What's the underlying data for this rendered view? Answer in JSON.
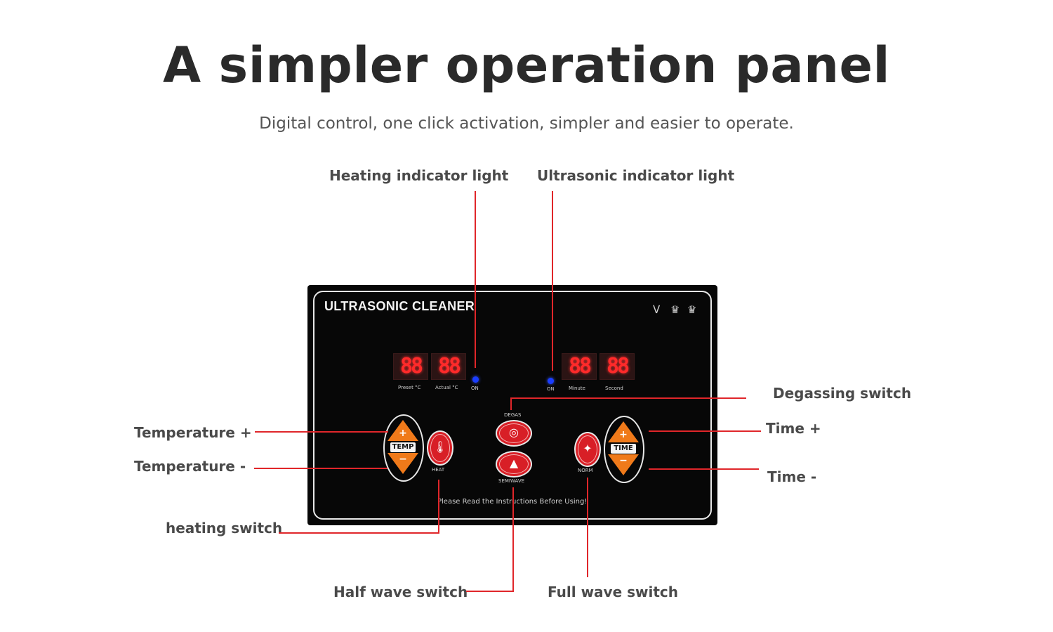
{
  "header": {
    "title": "A simpler operation panel",
    "subtitle": "Digital control, one click activation, simpler and easier to operate."
  },
  "callouts": {
    "heating_indicator": "Heating indicator light",
    "ultrasonic_indicator": "Ultrasonic indicator light",
    "degassing_switch": "Degassing switch",
    "temperature_plus": "Temperature +",
    "temperature_minus": "Temperature -",
    "time_plus": "Time +",
    "time_minus": "Time -",
    "heating_switch": "heating switch",
    "half_wave_switch": "Half wave switch",
    "full_wave_switch": "Full wave switch"
  },
  "panel": {
    "brand": "ULTRASONIC CLEANER",
    "care_icons": [
      "washing-icon",
      "crown-icon",
      "crown-icon"
    ],
    "displays": [
      {
        "value": "88",
        "label": "Preset °C"
      },
      {
        "value": "88",
        "label": "Actual °C"
      },
      {
        "value": "88",
        "label": "Minute"
      },
      {
        "value": "88",
        "label": "Second"
      }
    ],
    "heat_led_label": "ON",
    "ultrasonic_led_label": "ON",
    "temp_label": "TEMP",
    "time_label": "TIME",
    "plus_symbol": "+",
    "minus_symbol": "−",
    "heat_label": "HEAT",
    "degas_label": "DEGAS",
    "semiwave_label": "SEMIWAVE",
    "norm_label": "NORM",
    "notice": "Please Read the Instructions Before Using!",
    "led_color": "#1a3dff",
    "digit_color": "#ff2a2a",
    "accent_orange": "#f07a1a",
    "button_red": "#d81f26"
  },
  "line_color": "#e0262a"
}
